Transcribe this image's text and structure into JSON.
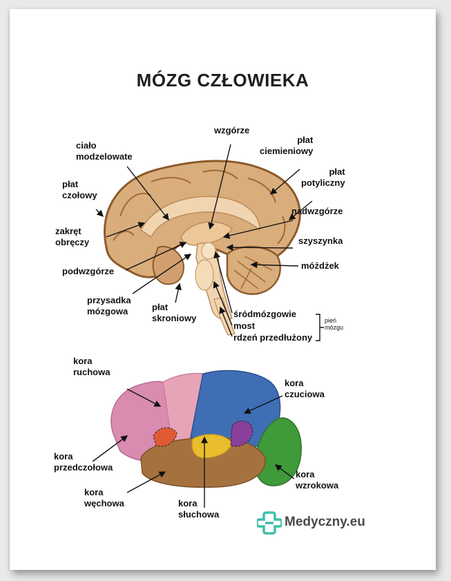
{
  "title": "MÓZG CZŁOWIEKA",
  "brain_section_labels": {
    "cialo_modzelowate": [
      "ciało",
      "modzelowate"
    ],
    "wzgorze": "wzgórze",
    "plat_ciemieniowy": [
      "płat",
      "ciemieniowy"
    ],
    "plat_potyliczny": [
      "płat",
      "potyliczny"
    ],
    "plat_czolowy": [
      "płat",
      "czołowy"
    ],
    "nadwzgorze": "nadwzgórze",
    "zakret_obreczy": [
      "zakręt",
      "obręczy"
    ],
    "szyszynka": "szyszynka",
    "mozdzek": "móżdżek",
    "podwzgorze": "podwzgórze",
    "przysadka": [
      "przysadka",
      "mózgowa"
    ],
    "plat_skroniowy": [
      "płat",
      "skroniowy"
    ],
    "srodmozgowie": "śródmózgowie",
    "most": "most",
    "rdzen": "rdzeń przedłużony",
    "pien_mozgu": [
      "pień",
      "mózgu"
    ]
  },
  "cortex_labels": {
    "kora_ruchowa": [
      "kora",
      "ruchowa"
    ],
    "kora_czuciowa": [
      "kora",
      "czuciowa"
    ],
    "kora_przedczolowa": [
      "kora",
      "przedczołowa"
    ],
    "kora_wzrokowa": [
      "kora",
      "wzrokowa"
    ],
    "kora_wechowa": [
      "kora",
      "węchowa"
    ],
    "kora_sluchowa": [
      "kora",
      "słuchowa"
    ]
  },
  "logo": {
    "text": "Medyczny.eu",
    "icon": "medical-cross-icon",
    "color": "#3dbfa8"
  },
  "colors": {
    "brain_tan": "#d9ad7c",
    "brain_light": "#f1d5b0",
    "premotor_pink": "#d98bb0",
    "motor_pink": "#e7a4b6",
    "sensory_blue": "#3f6eb5",
    "visual_green": "#3f9a3a",
    "temporal_brown": "#a5723f",
    "auditory_yellow": "#e9bd2d",
    "olfactory_red": "#e05a34",
    "purple": "#8a3f9a"
  }
}
